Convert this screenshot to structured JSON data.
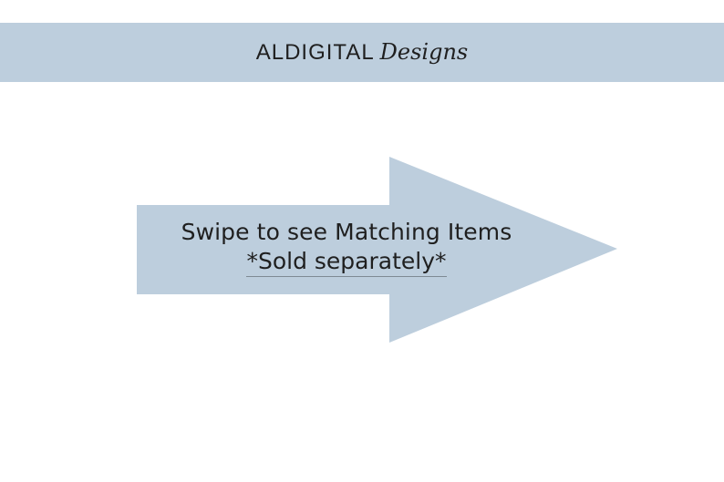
{
  "brand": {
    "name": "ALDIGITAL",
    "script": "Designs"
  },
  "arrow": {
    "line1": "Swipe to see Matching Items",
    "line2": "*Sold separately*"
  },
  "colors": {
    "banner": "#bdcedd",
    "arrow": "#bdcedd",
    "text": "#1f1f1f"
  }
}
